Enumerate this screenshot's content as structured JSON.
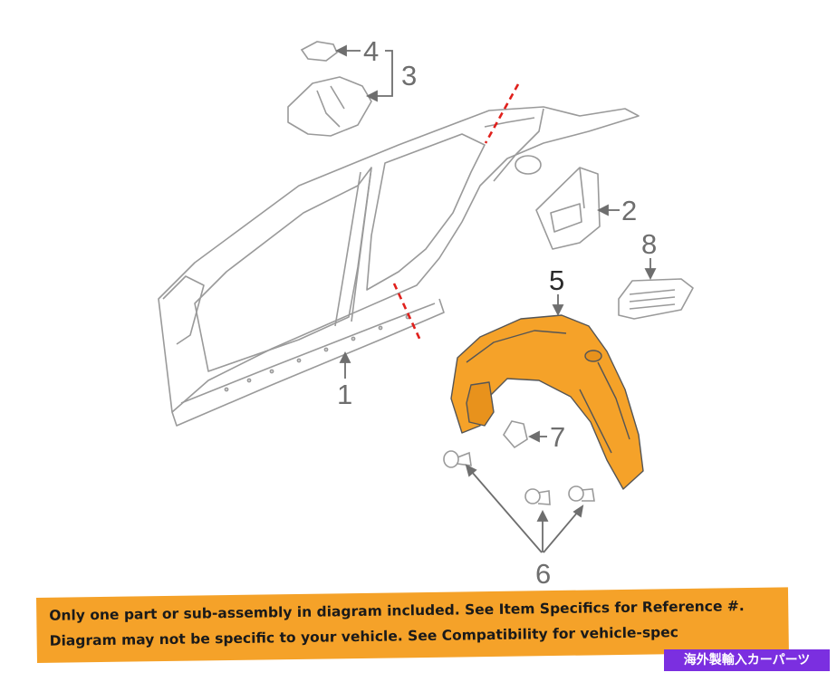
{
  "callouts": {
    "c1": "1",
    "c2": "2",
    "c3": "3",
    "c4": "4",
    "c5": "5",
    "c6": "6",
    "c7": "7",
    "c8": "8"
  },
  "notice": {
    "line1": "Only one part or sub-assembly in diagram included. See Item Specifics for Reference #.",
    "line2": "Diagram may not be specific to your vehicle. See Compatibility for vehicle-spec"
  },
  "badge_text": "海外製輸入カーパーツ",
  "colors": {
    "highlight_part": "#f5a229",
    "outline": "#9a9a9a",
    "cut_line": "#e0201c",
    "banner": "#f5a229",
    "badge": "#7b2fe0"
  }
}
